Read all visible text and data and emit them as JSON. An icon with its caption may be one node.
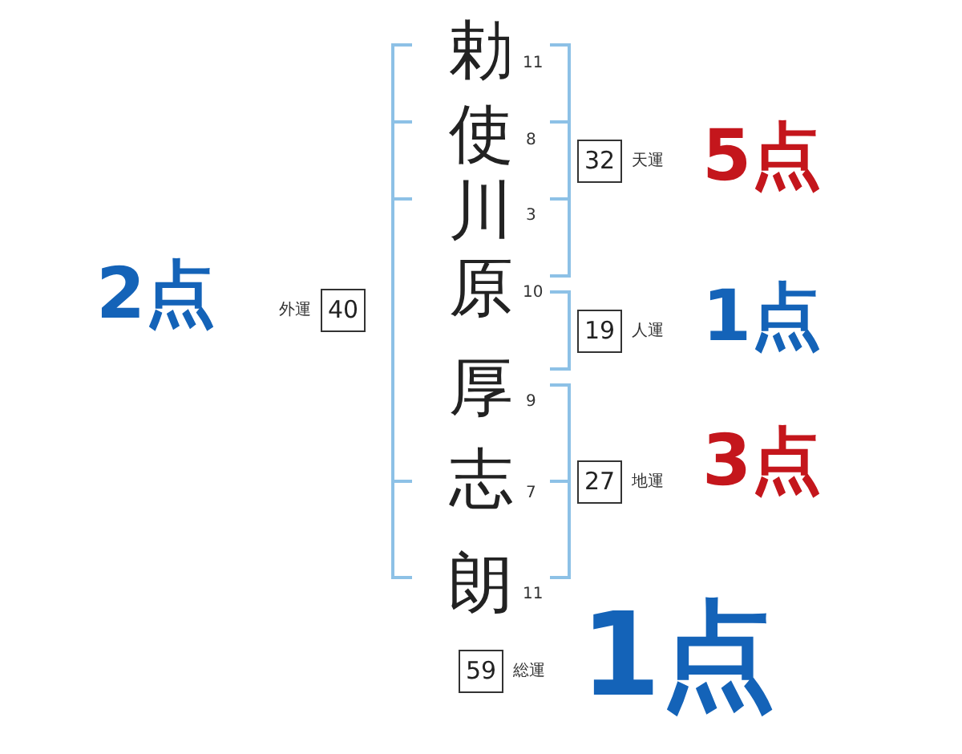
{
  "diagram": {
    "nodes": [
      {
        "text": [
          "32"
        ],
        "beside": [
          "天運"
        ]
      },
      {
        "text": [
          "40"
        ],
        "beside": [
          "外運"
        ]
      },
      {
        "text": [
          "19"
        ],
        "beside": [
          "人運"
        ]
      },
      {
        "text": [
          "27"
        ],
        "beside": [
          "地運"
        ]
      },
      {
        "text": [
          "59"
        ],
        "beside": [
          "総運"
        ]
      }
    ],
    "labels": [
      "勅",
      "11",
      "使",
      "8",
      "川",
      "3",
      "原",
      "10",
      "厚",
      "9",
      "志",
      "7",
      "朗",
      "11",
      "5点",
      "2点",
      "1点",
      "3点",
      "1点"
    ]
  }
}
